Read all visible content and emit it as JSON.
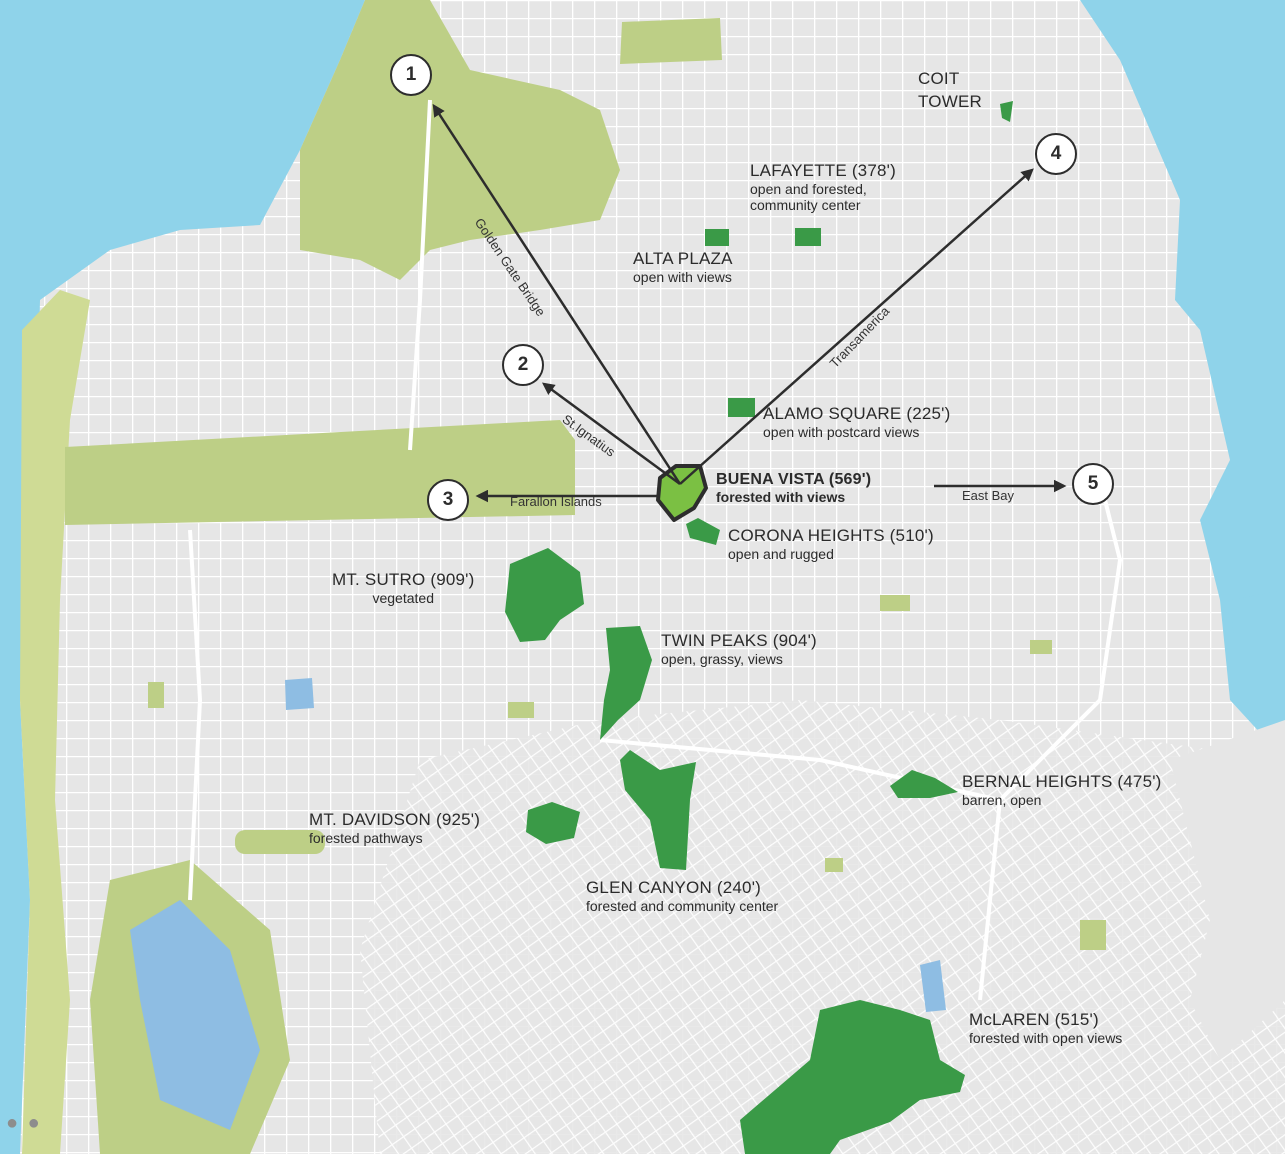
{
  "colors": {
    "water": "#8fd3ea",
    "land": "#e6e6e6",
    "street": "#ffffff",
    "park": "#bdcf86",
    "beach": "#cfdb95",
    "lake": "#8ebde3",
    "peak": "#3a9a47",
    "focus_peak": "#7bc043",
    "route": "#2d2d2d"
  },
  "peaks": {
    "coit": {
      "name": "COIT TOWER"
    },
    "lafayette": {
      "name": "LAFAYETTE (378')",
      "desc": "open and forested,",
      "desc2": "community center"
    },
    "alta": {
      "name": "ALTA PLAZA",
      "desc": "open with views"
    },
    "alamo": {
      "name": "ALAMO SQUARE (225')",
      "desc": "open with postcard views"
    },
    "buena": {
      "name": "BUENA VISTA (569')",
      "desc": "forested with views"
    },
    "corona": {
      "name": "CORONA HEIGHTS (510')",
      "desc": "open and rugged"
    },
    "sutro": {
      "name": "MT. SUTRO (909')",
      "desc": "vegetated"
    },
    "twin": {
      "name": "TWIN PEAKS (904')",
      "desc": "open, grassy, views"
    },
    "davidson": {
      "name": "MT. DAVIDSON (925')",
      "desc": "forested pathways"
    },
    "glen": {
      "name": "GLEN CANYON (240')",
      "desc": "forested and community center"
    },
    "bernal": {
      "name": "BERNAL HEIGHTS (475')",
      "desc": "barren, open"
    },
    "mclaren": {
      "name": "McLAREN (515')",
      "desc": "forested with open views"
    }
  },
  "routes": {
    "golden_gate": "Golden Gate Bridge",
    "transamerica": "Transamerica",
    "st_ignatius": "St.Ignatius",
    "farallon": "Farallon Islands",
    "east_bay": "East Bay"
  },
  "markers": [
    "1",
    "2",
    "3",
    "4",
    "5"
  ]
}
